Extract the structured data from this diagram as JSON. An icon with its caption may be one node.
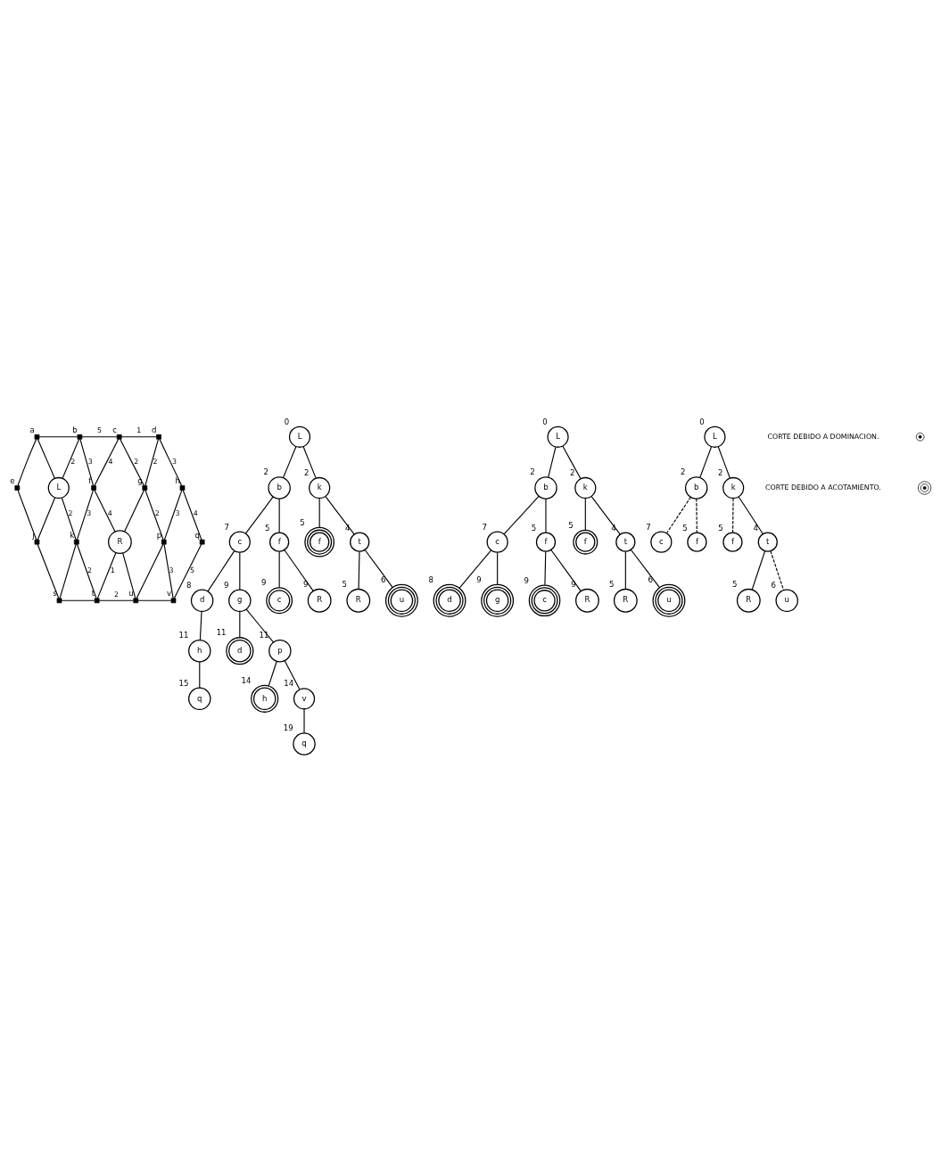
{
  "diagram": {
    "nodes": [
      {
        "text": [],
        "shape": "box",
        "beside": [
          "a"
        ]
      },
      {
        "text": [],
        "shape": "box",
        "beside": [
          "b"
        ]
      },
      {
        "text": [],
        "shape": "box",
        "beside": [
          "c"
        ]
      },
      {
        "text": [],
        "shape": "box",
        "beside": [
          "d"
        ]
      },
      {
        "text": [],
        "shape": "box",
        "beside": [
          "e"
        ]
      },
      {
        "text": [
          "L"
        ]
      },
      {
        "text": [],
        "shape": "box",
        "beside": [
          "f"
        ]
      },
      {
        "text": [],
        "shape": "box",
        "beside": [
          "g"
        ]
      },
      {
        "text": [],
        "shape": "box",
        "beside": [
          "h"
        ]
      },
      {
        "text": [],
        "shape": "box",
        "beside": [
          "j"
        ]
      },
      {
        "text": [],
        "shape": "box",
        "beside": [
          "k"
        ]
      },
      {
        "text": [
          "R"
        ]
      },
      {
        "text": [],
        "shape": "box",
        "beside": [
          "p"
        ]
      },
      {
        "text": [],
        "shape": "box",
        "beside": [
          "q"
        ]
      },
      {
        "text": [],
        "shape": "box",
        "beside": [
          "s"
        ]
      },
      {
        "text": [],
        "shape": "box",
        "beside": [
          "t"
        ]
      },
      {
        "text": [],
        "shape": "box",
        "beside": [
          "u"
        ]
      },
      {
        "text": [],
        "shape": "box",
        "beside": [
          "v"
        ]
      },
      {
        "text": [
          "L"
        ],
        "beside": [
          "0"
        ]
      },
      {
        "text": [
          "b"
        ],
        "beside": [
          "2"
        ]
      },
      {
        "text": [
          "k"
        ],
        "beside": [
          "2"
        ]
      },
      {
        "text": [
          "c"
        ],
        "beside": [
          "7"
        ]
      },
      {
        "text": [
          "f"
        ],
        "beside": [
          "5"
        ]
      },
      {
        "text": [
          "f"
        ],
        "beside": [
          "5"
        ]
      },
      {
        "text": [
          "t"
        ],
        "beside": [
          "4"
        ]
      },
      {
        "text": [
          "d"
        ],
        "beside": [
          "8"
        ]
      },
      {
        "text": [
          "g"
        ],
        "beside": [
          "9"
        ]
      },
      {
        "text": [
          "c"
        ],
        "beside": [
          "9"
        ]
      },
      {
        "text": [
          "R"
        ],
        "beside": [
          "9"
        ]
      },
      {
        "text": [
          "R"
        ],
        "beside": [
          "5"
        ]
      },
      {
        "text": [
          "u"
        ],
        "beside": [
          "6"
        ]
      },
      {
        "text": [
          "h"
        ],
        "beside": [
          "11"
        ]
      },
      {
        "text": [
          "d"
        ],
        "beside": [
          "11"
        ]
      },
      {
        "text": [
          "p"
        ],
        "beside": [
          "11"
        ]
      },
      {
        "text": [
          "q"
        ],
        "beside": [
          "15"
        ]
      },
      {
        "text": [
          "h"
        ],
        "beside": [
          "14"
        ]
      },
      {
        "text": [
          "v"
        ],
        "beside": [
          "14"
        ]
      },
      {
        "text": [
          "q"
        ],
        "beside": [
          "19"
        ]
      },
      {
        "text": [
          "L"
        ],
        "beside": [
          "0"
        ]
      },
      {
        "text": [
          "b"
        ],
        "beside": [
          "2"
        ]
      },
      {
        "text": [
          "k"
        ],
        "beside": [
          "2"
        ]
      },
      {
        "text": [
          "c"
        ],
        "beside": [
          "7"
        ]
      },
      {
        "text": [
          "f"
        ],
        "beside": [
          "5"
        ]
      },
      {
        "text": [
          "f"
        ],
        "beside": [
          "5"
        ]
      },
      {
        "text": [
          "t"
        ],
        "beside": [
          "4"
        ]
      },
      {
        "text": [
          "d"
        ],
        "beside": [
          "8"
        ]
      },
      {
        "text": [
          "g"
        ],
        "beside": [
          "9"
        ]
      },
      {
        "text": [
          "c"
        ],
        "beside": [
          "9"
        ]
      },
      {
        "text": [
          "R"
        ],
        "beside": [
          "9"
        ]
      },
      {
        "text": [
          "R"
        ],
        "beside": [
          "5"
        ]
      },
      {
        "text": [
          "u"
        ],
        "beside": [
          "6"
        ]
      },
      {
        "text": [
          "L"
        ],
        "beside": [
          "0"
        ]
      },
      {
        "text": [
          "b"
        ],
        "beside": [
          "2"
        ]
      },
      {
        "text": [
          "k"
        ],
        "beside": [
          "2"
        ]
      },
      {
        "text": [
          "c"
        ],
        "beside": [
          "7"
        ]
      },
      {
        "text": [
          "f"
        ],
        "beside": [
          "5"
        ]
      },
      {
        "text": [
          "f"
        ],
        "beside": [
          "5"
        ]
      },
      {
        "text": [
          "t"
        ],
        "beside": [
          "4"
        ]
      },
      {
        "text": [
          "R"
        ],
        "beside": [
          "5"
        ]
      },
      {
        "text": [
          "u"
        ],
        "beside": [
          "6"
        ]
      }
    ],
    "edges": [
      {
        "from": 0,
        "to": 1,
        "arrow": "none"
      },
      {
        "from": 1,
        "to": 2,
        "arrow": "none",
        "label": "5"
      },
      {
        "from": 2,
        "to": 3,
        "arrow": "none",
        "label": "1"
      },
      {
        "from": 4,
        "to": 0,
        "arrow": "none"
      },
      {
        "from": 4,
        "to": 9,
        "arrow": "none"
      },
      {
        "from": 0,
        "to": 5,
        "arrow": "none"
      },
      {
        "from": 5,
        "to": 1,
        "arrow": "none",
        "label": "2"
      },
      {
        "from": 5,
        "to": 9,
        "arrow": "none"
      },
      {
        "from": 5,
        "to": 10,
        "arrow": "none",
        "label": "2"
      },
      {
        "from": 1,
        "to": 6,
        "arrow": "none",
        "label": "3"
      },
      {
        "from": 6,
        "to": 2,
        "arrow": "none",
        "label": "4"
      },
      {
        "from": 10,
        "to": 6,
        "arrow": "none",
        "label": "3"
      },
      {
        "from": 6,
        "to": 11,
        "arrow": "none",
        "label": "4"
      },
      {
        "from": 2,
        "to": 7,
        "arrow": "none",
        "label": "2"
      },
      {
        "from": 7,
        "to": 3,
        "arrow": "none",
        "label": "2"
      },
      {
        "from": 3,
        "to": 8,
        "arrow": "none",
        "label": "3"
      },
      {
        "from": 11,
        "to": 7,
        "arrow": "none"
      },
      {
        "from": 7,
        "to": 12,
        "arrow": "none",
        "label": "2"
      },
      {
        "from": 12,
        "to": 8,
        "arrow": "none",
        "label": "3"
      },
      {
        "from": 8,
        "to": 13,
        "arrow": "none",
        "label": "4"
      },
      {
        "from": 9,
        "to": 14,
        "arrow": "none"
      },
      {
        "from": 14,
        "to": 10,
        "arrow": "none"
      },
      {
        "from": 10,
        "to": 15,
        "arrow": "none",
        "label": "2"
      },
      {
        "from": 15,
        "to": 11,
        "arrow": "none",
        "label": "1"
      },
      {
        "from": 11,
        "to": 16,
        "arrow": "none"
      },
      {
        "from": 16,
        "to": 12,
        "arrow": "none"
      },
      {
        "from": 12,
        "to": 17,
        "arrow": "none",
        "label": "3"
      },
      {
        "from": 17,
        "to": 13,
        "arrow": "none",
        "label": "5"
      },
      {
        "from": 14,
        "to": 15,
        "arrow": "none"
      },
      {
        "from": 15,
        "to": 16,
        "arrow": "none",
        "label": "2"
      },
      {
        "from": 16,
        "to": 17,
        "arrow": "none"
      },
      {
        "from": 18,
        "to": 19,
        "arrow": "none"
      },
      {
        "from": 18,
        "to": 20,
        "arrow": "none"
      },
      {
        "from": 19,
        "to": 21,
        "arrow": "none"
      },
      {
        "from": 19,
        "to": 22,
        "arrow": "none"
      },
      {
        "from": 20,
        "to": 23,
        "arrow": "none"
      },
      {
        "from": 20,
        "to": 24,
        "arrow": "none"
      },
      {
        "from": 21,
        "to": 25,
        "arrow": "none"
      },
      {
        "from": 21,
        "to": 26,
        "arrow": "none"
      },
      {
        "from": 22,
        "to": 27,
        "arrow": "none"
      },
      {
        "from": 22,
        "to": 28,
        "arrow": "none"
      },
      {
        "from": 24,
        "to": 29,
        "arrow": "none"
      },
      {
        "from": 24,
        "to": 30,
        "arrow": "none"
      },
      {
        "from": 25,
        "to": 31,
        "arrow": "none"
      },
      {
        "from": 26,
        "to": 32,
        "arrow": "none"
      },
      {
        "from": 26,
        "to": 33,
        "arrow": "none"
      },
      {
        "from": 31,
        "to": 34,
        "arrow": "none"
      },
      {
        "from": 33,
        "to": 35,
        "arrow": "none"
      },
      {
        "from": 33,
        "to": 36,
        "arrow": "none"
      },
      {
        "from": 36,
        "to": 37,
        "arrow": "none"
      },
      {
        "from": 38,
        "to": 39,
        "arrow": "none"
      },
      {
        "from": 38,
        "to": 40,
        "arrow": "none"
      },
      {
        "from": 39,
        "to": 41,
        "arrow": "none"
      },
      {
        "from": 39,
        "to": 42,
        "arrow": "none"
      },
      {
        "from": 40,
        "to": 43,
        "arrow": "none"
      },
      {
        "from": 40,
        "to": 44,
        "arrow": "none"
      },
      {
        "from": 41,
        "to": 45,
        "arrow": "none"
      },
      {
        "from": 41,
        "to": 46,
        "arrow": "none"
      },
      {
        "from": 42,
        "to": 47,
        "arrow": "none"
      },
      {
        "from": 42,
        "to": 48,
        "arrow": "none"
      },
      {
        "from": 44,
        "to": 49,
        "arrow": "none"
      },
      {
        "from": 44,
        "to": 50,
        "arrow": "none"
      },
      {
        "from": 51,
        "to": 52,
        "arrow": "none"
      },
      {
        "from": 51,
        "to": 53,
        "arrow": "none"
      },
      {
        "from": 52,
        "to": 54,
        "arrow": "none",
        "style": "dashed"
      },
      {
        "from": 52,
        "to": 55,
        "arrow": "none",
        "style": "dashed"
      },
      {
        "from": 53,
        "to": 56,
        "arrow": "none",
        "style": "dashed"
      },
      {
        "from": 53,
        "to": 57,
        "arrow": "none"
      },
      {
        "from": 57,
        "to": 58,
        "arrow": "none"
      },
      {
        "from": 57,
        "to": 59,
        "arrow": "none",
        "style": "dashed"
      }
    ],
    "legend": [
      {
        "text": "CORTE DEBIDO A DOMINACION."
      },
      {
        "text": "CORTE DEBIDO A ACOTAMIENTO."
      }
    ]
  }
}
